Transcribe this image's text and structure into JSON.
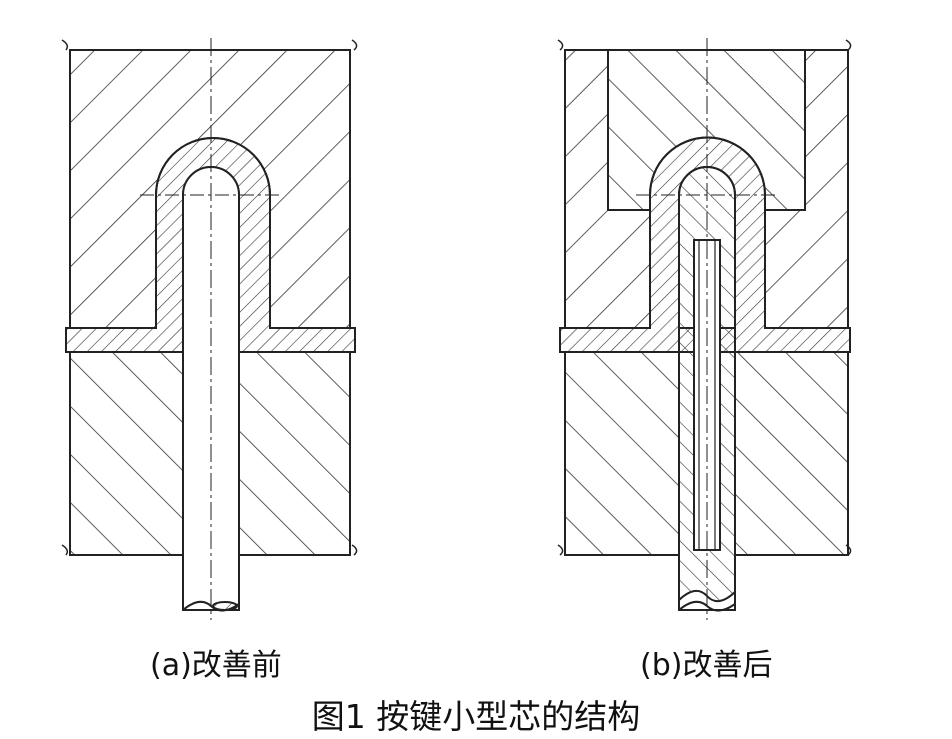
{
  "captions": {
    "a": "(a)改善前",
    "b": "(b)改善后"
  },
  "figure_title": "图1  按键小型芯的结构",
  "colors": {
    "line": "#222222",
    "background": "#ffffff"
  }
}
